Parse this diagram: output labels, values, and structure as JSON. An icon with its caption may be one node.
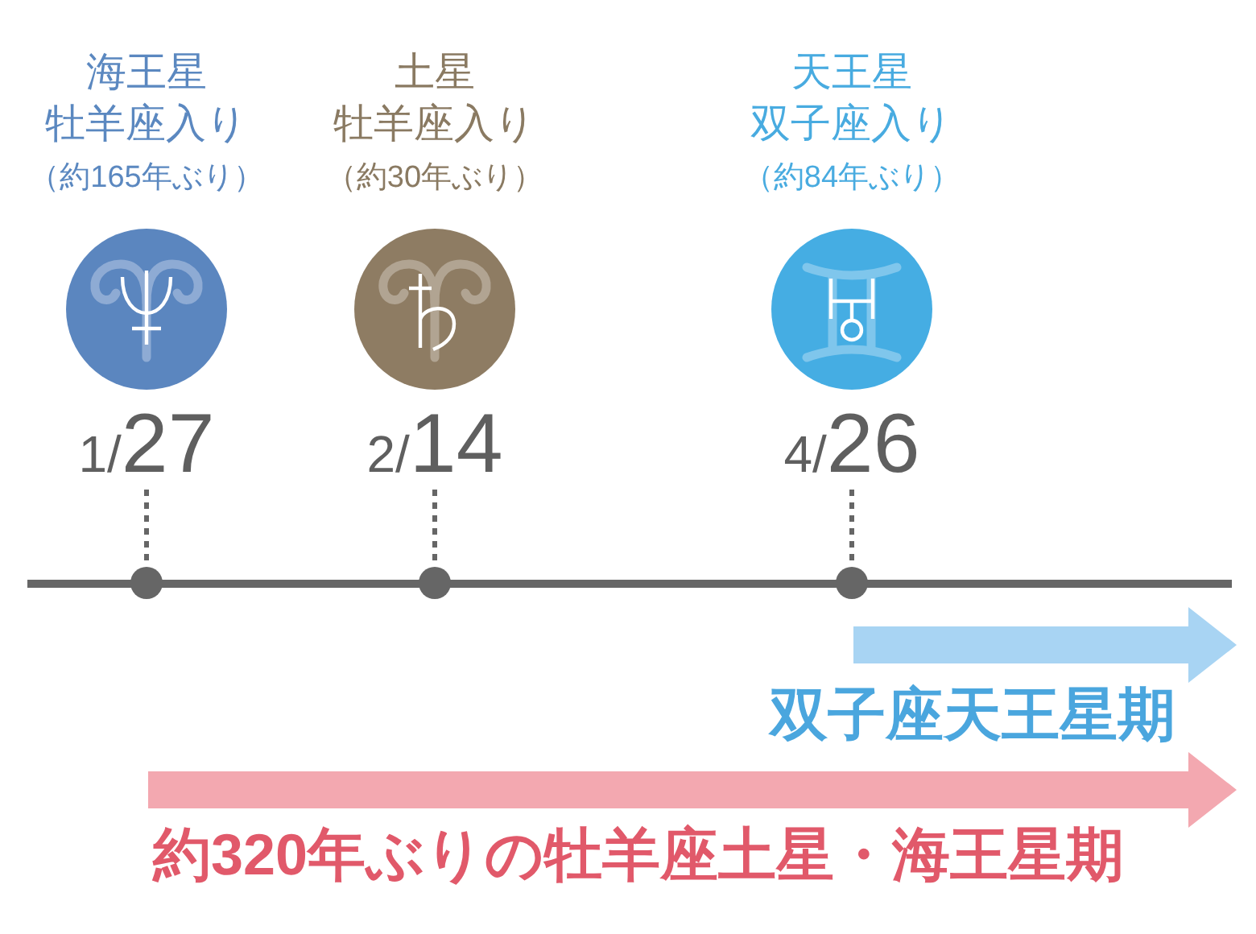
{
  "diagram": {
    "nodes": [
      {
        "text": [
          "海王星",
          "牡羊座入り",
          "（約165年ぶり）"
        ],
        "beside": [
          "1/27"
        ]
      },
      {
        "text": [
          "土星",
          "牡羊座入り",
          "（約30年ぶり）"
        ],
        "beside": [
          "2/14"
        ]
      },
      {
        "text": [
          "天王星",
          "双子座入り",
          "（約84年ぶり）"
        ],
        "beside": [
          "4/26"
        ]
      },
      {
        "text": [],
        "shape": "circle"
      },
      {
        "text": [],
        "shape": "circle"
      },
      {
        "text": [],
        "shape": "circle"
      },
      {
        "text": [
          "双子座天王星期"
        ]
      },
      {
        "text": [
          "約320年ぶりの牡羊座土星・海王星期"
        ]
      }
    ],
    "edges": [
      {
        "from": 0,
        "to": 3,
        "arrow": "none",
        "style": "dashed"
      },
      {
        "from": 1,
        "to": 4,
        "arrow": "none",
        "style": "dashed"
      },
      {
        "from": 2,
        "to": 5,
        "arrow": "none",
        "style": "dashed"
      }
    ]
  }
}
